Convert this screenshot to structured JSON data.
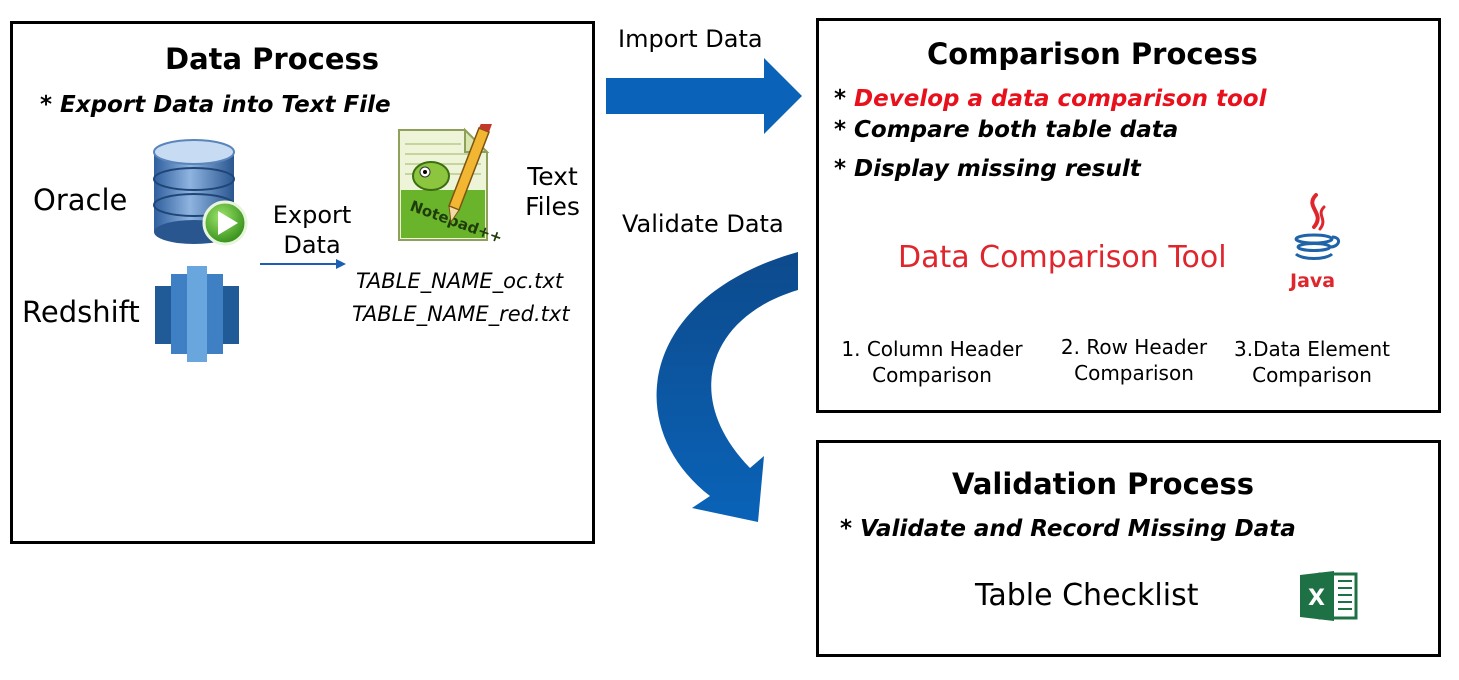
{
  "data_process": {
    "title": "Data Process",
    "bullet": "* Export Data into Text File",
    "oracle_label": "Oracle",
    "redshift_label": "Redshift",
    "export_line1": "Export",
    "export_line2": "Data",
    "text_files_line1": "Text",
    "text_files_line2": "Files",
    "file1": "TABLE_NAME_oc.txt",
    "file2": "TABLE_NAME_red.txt"
  },
  "arrows": {
    "import_label": "Import Data",
    "validate_label": "Validate Data"
  },
  "comparison_process": {
    "title": "Comparison Process",
    "bullet1": "* ",
    "bullet1_highlight": "Develop a data comparison tool",
    "bullet2": "* Compare both table data",
    "bullet3": "* Display missing result",
    "tool_label": "Data Comparison Tool",
    "java_label": "Java",
    "step1_line1": "1. Column Header",
    "step1_line2": "Comparison",
    "step2_line1": "2. Row Header",
    "step2_line2": "Comparison",
    "step3_line1": "3.Data Element",
    "step3_line2": "Comparison"
  },
  "validation_process": {
    "title": "Validation Process",
    "bullet": "* Validate and Record Missing Data",
    "checklist_label": "Table Checklist",
    "excel_letter": "X"
  },
  "colors": {
    "arrow_blue": "#0a63b8",
    "highlight_red": "#e8101c",
    "tool_red": "#e0262d",
    "excel_green": "#1e7145"
  }
}
